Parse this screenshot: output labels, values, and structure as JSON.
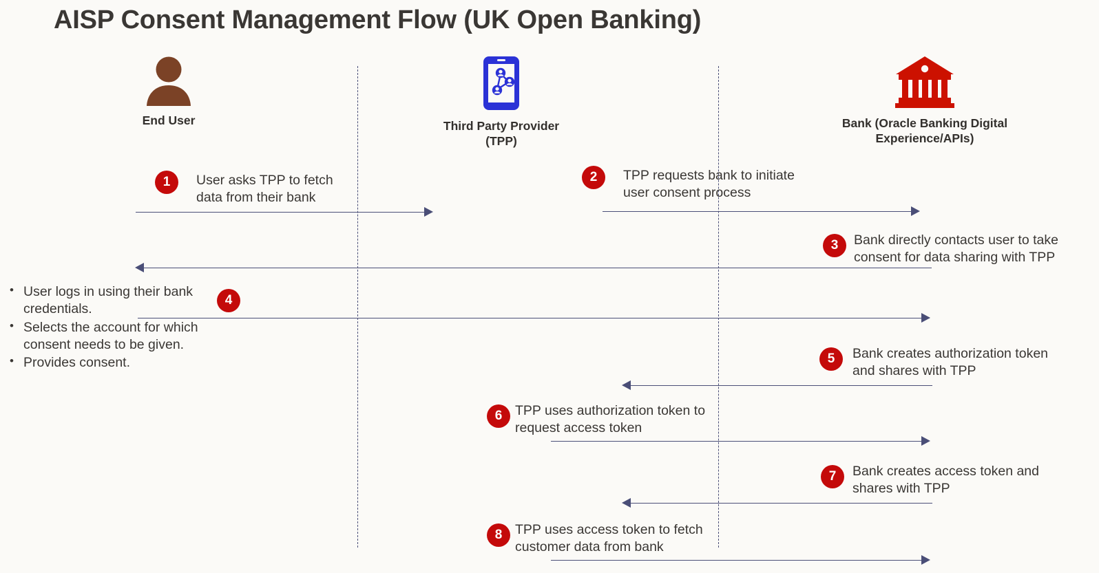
{
  "page": {
    "title": "AISP Consent Management Flow (UK Open Banking)",
    "background_color": "#FBFAF7",
    "accent_badge_color": "#C40A0A",
    "line_color": "#4A4E77"
  },
  "actors": [
    {
      "id": "end-user",
      "label": "End User",
      "icon": "person-icon",
      "icon_color": "#7B4226"
    },
    {
      "id": "tpp",
      "label": "Third Party\nProvider (TPP)",
      "icon": "mobile-network-icon",
      "icon_color": "#2B32D6"
    },
    {
      "id": "bank",
      "label": "Bank (Oracle Banking Digital\nExperience/APIs)",
      "icon": "bank-building-icon",
      "icon_color": "#CC1100"
    }
  ],
  "steps": [
    {
      "number": "1",
      "text": "User asks TPP to fetch\ndata from their bank",
      "from": "end-user",
      "to": "tpp",
      "direction": "right"
    },
    {
      "number": "2",
      "text": "TPP requests bank to initiate\nuser consent process",
      "from": "tpp",
      "to": "bank",
      "direction": "right"
    },
    {
      "number": "3",
      "text": "Bank directly contacts user to take\nconsent for data sharing with TPP",
      "from": "bank",
      "to": "end-user",
      "direction": "left"
    },
    {
      "number": "4",
      "bullets": [
        "User logs in using their bank credentials.",
        "Selects the account for which consent needs to be given.",
        "Provides consent."
      ],
      "from": "end-user",
      "to": "bank",
      "direction": "right"
    },
    {
      "number": "5",
      "text": "Bank creates authorization token\nand shares with TPP",
      "from": "bank",
      "to": "tpp",
      "direction": "left"
    },
    {
      "number": "6",
      "text": "TPP uses authorization token to\nrequest access token",
      "from": "tpp",
      "to": "bank",
      "direction": "right"
    },
    {
      "number": "7",
      "text": "Bank creates access token and\nshares with TPP",
      "from": "bank",
      "to": "tpp",
      "direction": "left"
    },
    {
      "number": "8",
      "text": "TPP uses access token to fetch\ncustomer data from bank",
      "from": "tpp",
      "to": "bank",
      "direction": "right"
    }
  ],
  "step4_bullets": {
    "b1_line1": "User logs in using their bank",
    "b1_line2": "credentials.",
    "b2_line1": "Selects the account for which",
    "b2_line2": "consent needs to be given.",
    "b3_line1": "Provides consent."
  }
}
